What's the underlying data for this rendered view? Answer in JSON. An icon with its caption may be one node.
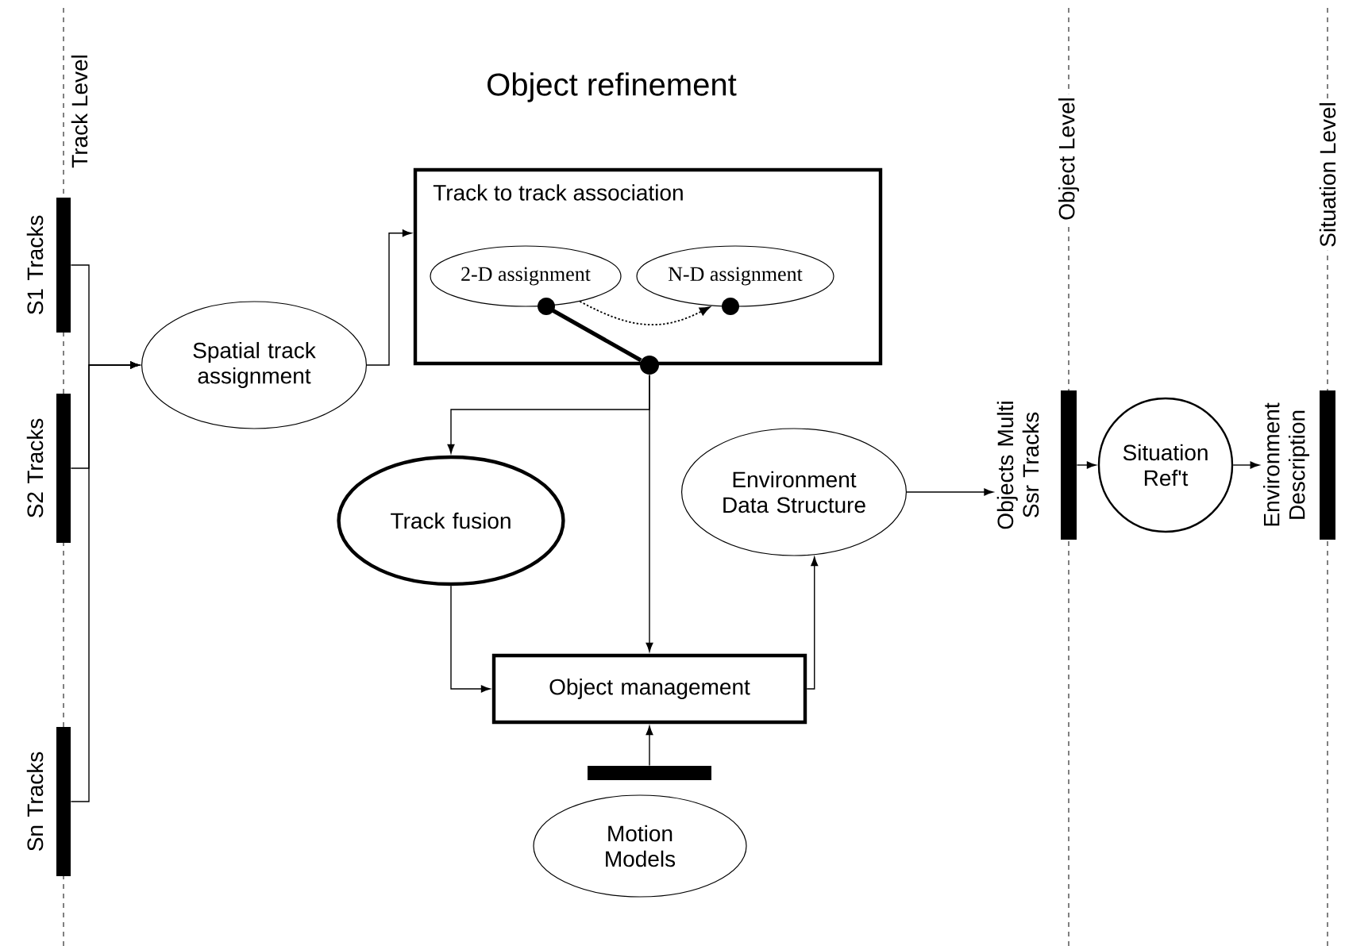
{
  "diagram": {
    "title": "Object refinement",
    "nodes": [
      {
        "text": [],
        "shape": "bar",
        "beside": [
          "S1 Tracks"
        ]
      },
      {
        "text": [],
        "shape": "bar",
        "beside": [
          "S2 Tracks"
        ]
      },
      {
        "text": [],
        "shape": "bar",
        "beside": [
          "Sn Tracks"
        ]
      },
      {
        "text": [
          "Spatial track assignment"
        ]
      },
      {
        "text": [
          "Track to track association"
        ]
      },
      {
        "text": [
          "2-D assignment"
        ],
        "in": 4
      },
      {
        "text": [
          "N-D assignment"
        ],
        "in": 4
      },
      {
        "text": [],
        "shape": "circle"
      },
      {
        "text": [
          "Track fusion"
        ]
      },
      {
        "text": [
          "Object management"
        ]
      },
      {
        "text": [
          "Environment Data Structure"
        ]
      },
      {
        "text": [],
        "shape": "bar",
        "beside": [
          "Objects Multi Ssr Tracks"
        ]
      },
      {
        "text": [
          "Situation Ref't"
        ]
      },
      {
        "text": [],
        "shape": "bar",
        "beside": [
          "Environment Description"
        ]
      },
      {
        "text": [],
        "shape": "bar"
      },
      {
        "text": [
          "Motion Models"
        ]
      }
    ],
    "edges": [
      {
        "from": 0,
        "to": 3,
        "arrow": "to"
      },
      {
        "from": 1,
        "to": 3,
        "arrow": "to"
      },
      {
        "from": 2,
        "to": 3,
        "arrow": "to"
      },
      {
        "from": 3,
        "to": 4,
        "arrow": "to"
      },
      {
        "from": 5,
        "to": 7,
        "arrow": "none",
        "style": "thick"
      },
      {
        "from": 5,
        "to": 6,
        "arrow": "to",
        "style": "dashed"
      },
      {
        "from": 7,
        "to": 8,
        "arrow": "to"
      },
      {
        "from": 7,
        "to": 9,
        "arrow": "to"
      },
      {
        "from": 8,
        "to": 9,
        "arrow": "to"
      },
      {
        "from": 9,
        "to": 10,
        "arrow": "to"
      },
      {
        "from": 10,
        "to": 11,
        "arrow": "to"
      },
      {
        "from": 11,
        "to": 12,
        "arrow": "to"
      },
      {
        "from": 12,
        "to": 13,
        "arrow": "to"
      },
      {
        "from": 14,
        "to": 9,
        "arrow": "to"
      }
    ],
    "labels": [
      "Track Level",
      "Object Level",
      "Situation Level"
    ]
  }
}
